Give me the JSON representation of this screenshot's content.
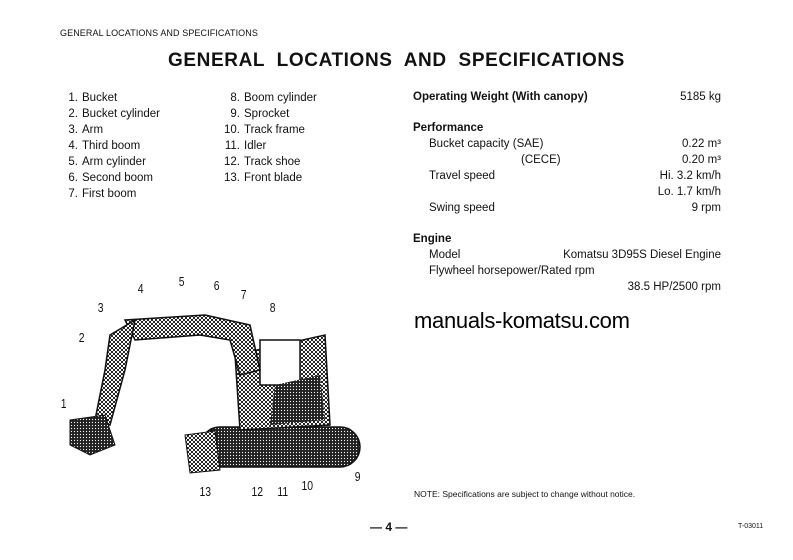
{
  "header": {
    "running_title": "GENERAL LOCATIONS AND SPECIFICATIONS"
  },
  "title": "GENERAL  LOCATIONS  AND  SPECIFICATIONS",
  "parts_left": [
    {
      "num": "1.",
      "label": "Bucket"
    },
    {
      "num": "2.",
      "label": "Bucket cylinder"
    },
    {
      "num": "3.",
      "label": "Arm"
    },
    {
      "num": "4.",
      "label": "Third boom"
    },
    {
      "num": "5.",
      "label": "Arm cylinder"
    },
    {
      "num": "6.",
      "label": "Second boom"
    },
    {
      "num": "7.",
      "label": "First boom"
    }
  ],
  "parts_right": [
    {
      "num": "8.",
      "label": "Boom cylinder"
    },
    {
      "num": "9.",
      "label": "Sprocket"
    },
    {
      "num": "10.",
      "label": "Track frame"
    },
    {
      "num": "11.",
      "label": "Idler"
    },
    {
      "num": "12.",
      "label": "Track shoe"
    },
    {
      "num": "13.",
      "label": "Front blade"
    }
  ],
  "specs": {
    "operating_weight_label": "Operating Weight (With canopy)",
    "operating_weight_value": "5185 kg",
    "performance_heading": "Performance",
    "bucket_capacity_label": "Bucket capacity (SAE)",
    "bucket_capacity_sae": "0.22 m³",
    "cece_label": "(CECE)",
    "bucket_capacity_cece": "0.20 m³",
    "travel_speed_label": "Travel speed",
    "travel_speed_hi": "Hi. 3.2 km/h",
    "travel_speed_lo": "Lo. 1.7 km/h",
    "swing_speed_label": "Swing speed",
    "swing_speed_value": "9 rpm",
    "engine_heading": "Engine",
    "model_label": "Model",
    "model_value": "Komatsu 3D95S Diesel Engine",
    "flywheel_label": "Flywheel horsepower/Rated rpm",
    "flywheel_value": "38.5 HP/2500 rpm"
  },
  "watermark": "manuals-komatsu.com",
  "callouts": [
    "1",
    "2",
    "3",
    "4",
    "5",
    "6",
    "7",
    "8",
    "9",
    "10",
    "11",
    "12",
    "13"
  ],
  "note": "NOTE:  Specifications are subject to change without notice.",
  "page_number": "— 4 —",
  "page_code": "T-03011"
}
